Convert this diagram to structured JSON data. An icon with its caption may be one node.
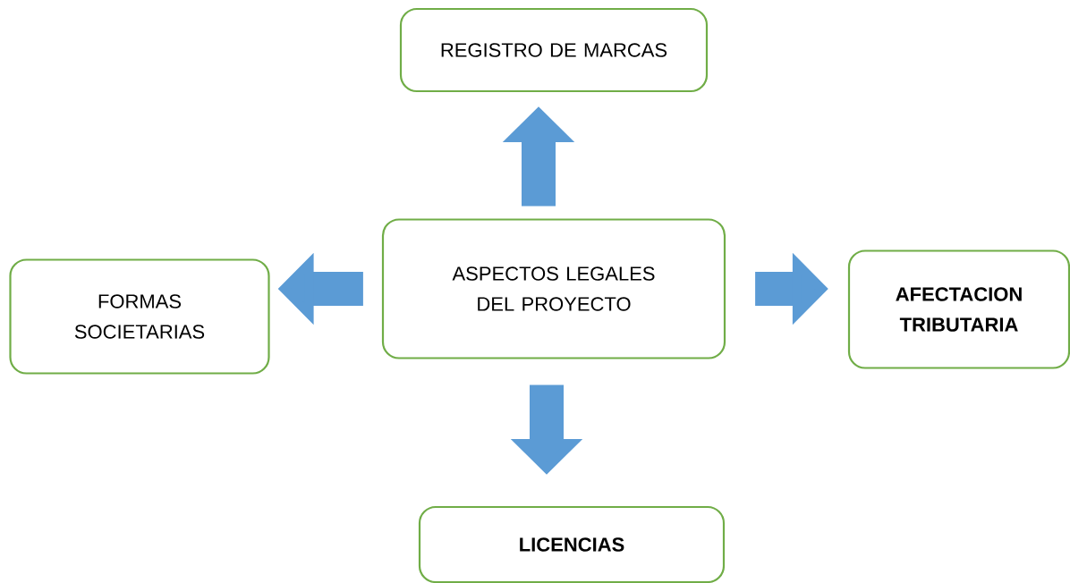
{
  "diagram": {
    "nodes": [
      {
        "text": [
          "REGISTRO DE MARCAS"
        ]
      },
      {
        "text": [
          "FORMAS SOCIETARIAS"
        ]
      },
      {
        "text": [
          "ASPECTOS LEGALES DEL PROYECTO"
        ]
      },
      {
        "text": [
          "AFECTACION TRIBUTARIA"
        ]
      },
      {
        "text": [
          "LICENCIAS"
        ]
      }
    ],
    "edges": [
      {
        "from": 2,
        "to": 0,
        "arrow": "to"
      },
      {
        "from": 2,
        "to": 1,
        "arrow": "to"
      },
      {
        "from": 2,
        "to": 3,
        "arrow": "to"
      },
      {
        "from": 2,
        "to": 4,
        "arrow": "to"
      }
    ]
  }
}
